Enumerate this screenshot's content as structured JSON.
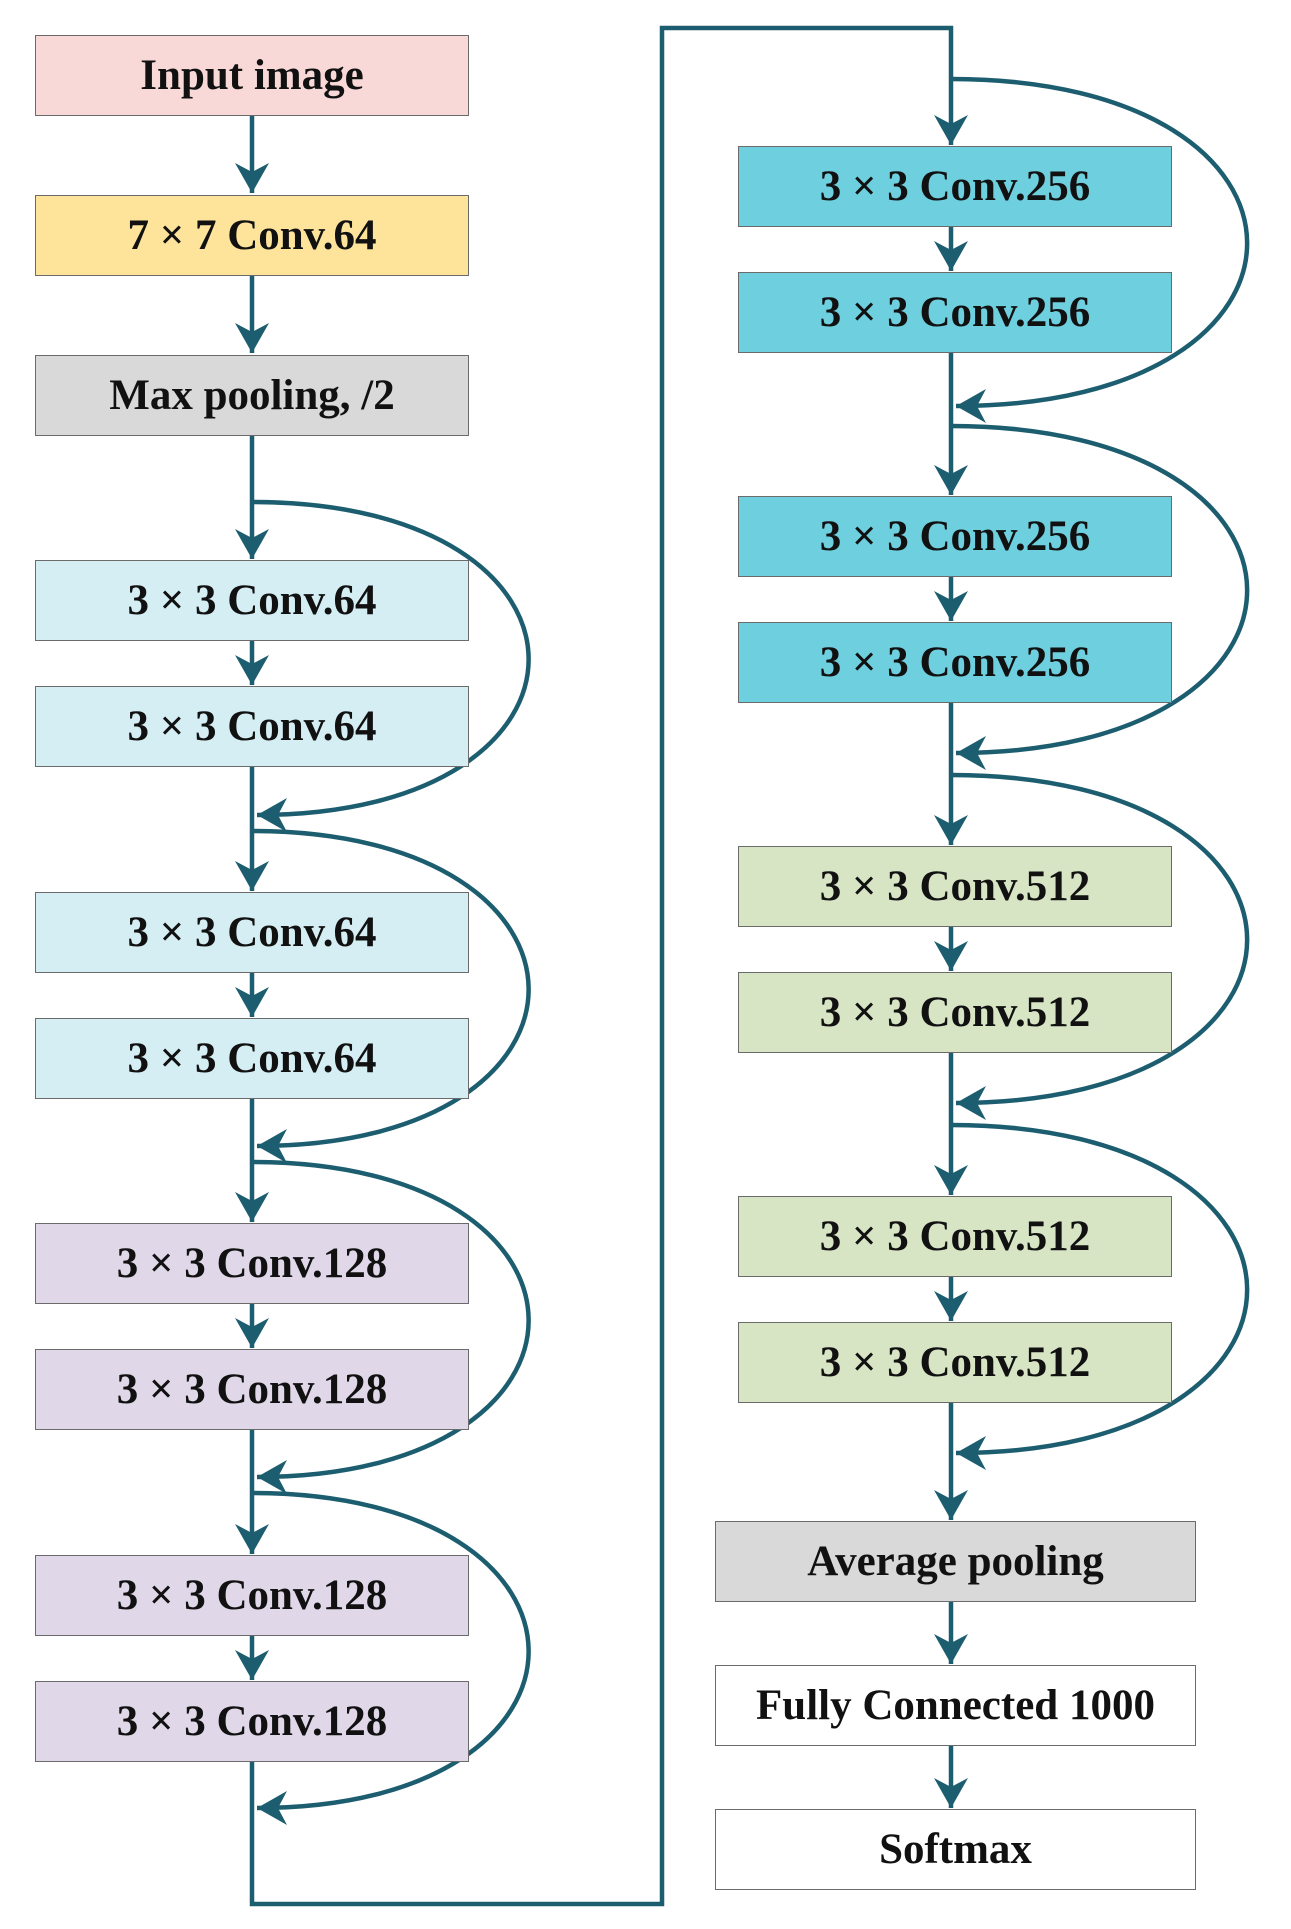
{
  "colors": {
    "arrow": "#1c5e70",
    "input": "#f8d9d7",
    "conv7": "#fde49a",
    "pool": "#d9d9d9",
    "conv64": "#d4eef3",
    "conv128": "#e0d7e8",
    "conv256": "#6ecfdf",
    "conv512": "#d7e5c5",
    "plain": "#ffffff"
  },
  "left_column": {
    "input": "Input image",
    "conv7": "7 × 7 Conv.64",
    "maxpool": "Max pooling, /2",
    "conv64_1": "3 × 3 Conv.64",
    "conv64_2": "3 × 3 Conv.64",
    "conv64_3": "3 × 3 Conv.64",
    "conv64_4": "3 × 3 Conv.64",
    "conv128_1": "3 × 3 Conv.128",
    "conv128_2": "3 × 3 Conv.128",
    "conv128_3": "3 × 3 Conv.128",
    "conv128_4": "3 × 3 Conv.128"
  },
  "right_column": {
    "conv256_1": "3 × 3 Conv.256",
    "conv256_2": "3 × 3 Conv.256",
    "conv256_3": "3 × 3 Conv.256",
    "conv256_4": "3 × 3 Conv.256",
    "conv512_1": "3 × 3 Conv.512",
    "conv512_2": "3 × 3 Conv.512",
    "conv512_3": "3 × 3 Conv.512",
    "conv512_4": "3 × 3 Conv.512",
    "avgpool": "Average pooling",
    "fc": "Fully Connected 1000",
    "softmax": "Softmax"
  }
}
